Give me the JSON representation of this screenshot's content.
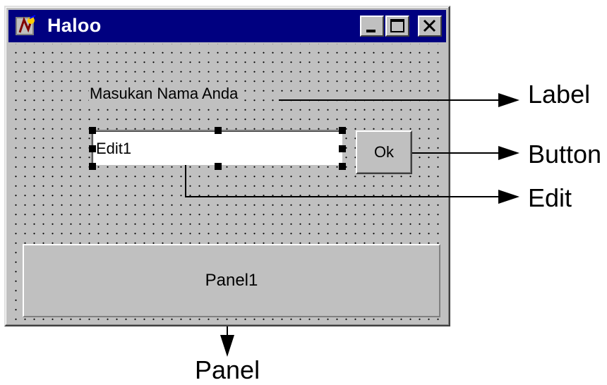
{
  "window": {
    "title": "Haloo",
    "icon": "delphi-app-icon"
  },
  "title_buttons": {
    "minimize": "minimize-icon",
    "maximize": "maximize-icon",
    "close": "close-icon"
  },
  "form": {
    "label_text": "Masukan Nama Anda",
    "edit_value": "Edit1",
    "button_label": "Ok",
    "panel_caption": "Panel1"
  },
  "callouts": {
    "label": "Label",
    "button": "Button",
    "edit": "Edit",
    "panel": "Panel"
  },
  "colors": {
    "titlebar": "#000080",
    "face": "#c0c0c0"
  }
}
